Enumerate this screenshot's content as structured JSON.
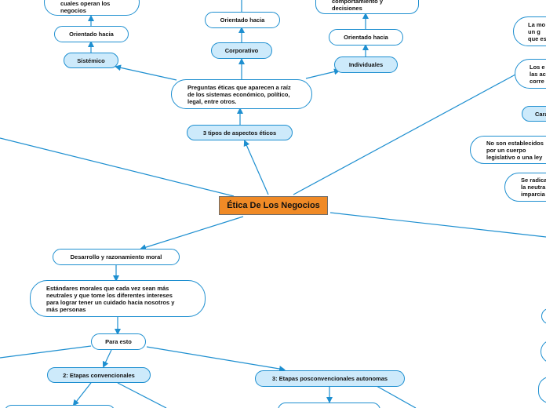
{
  "map": {
    "central": "Ética De Los Negocios",
    "top_question": "Preguntas éticas que aparecen a raíz de los sistemas económico, político, legal, entre otros.",
    "tres_tipos": "3 tipos de aspectos éticos",
    "sistemico": "Sistémico",
    "corporativo": "Corporativo",
    "individuales": "Individuales",
    "orientado_1": "Orientado hacia",
    "orientado_2": "Orientado hacia",
    "orientado_3": "Orientado hacia",
    "sistemico_text_partial": "cuales operan los negocios",
    "individuales_text_partial": "comportamiento y decisiones",
    "desarrollo": "Desarrollo y razonamiento moral",
    "estandares": "Estándares morales que cada vez sean más neutrales y que tome los diferentes intereses para lograr tener un cuidado hacia nosotros y más personas",
    "para_esto": "Para esto",
    "etapas_2": "2: Etapas convencionales",
    "etapas_3": "3: Etapas posconvencionales autonomas",
    "right_1": "La mo o un g que es",
    "right_2": "Los e las ac corre",
    "right_3": "Cara",
    "right_4": "No son establecidos por un cuerpo legislativo o una ley",
    "right_5": "Se radica la neutra imparcia"
  },
  "colors": {
    "line": "#1e8fd0",
    "node_fill_blue": "#cdeafb",
    "central_fill": "#f08a26"
  }
}
